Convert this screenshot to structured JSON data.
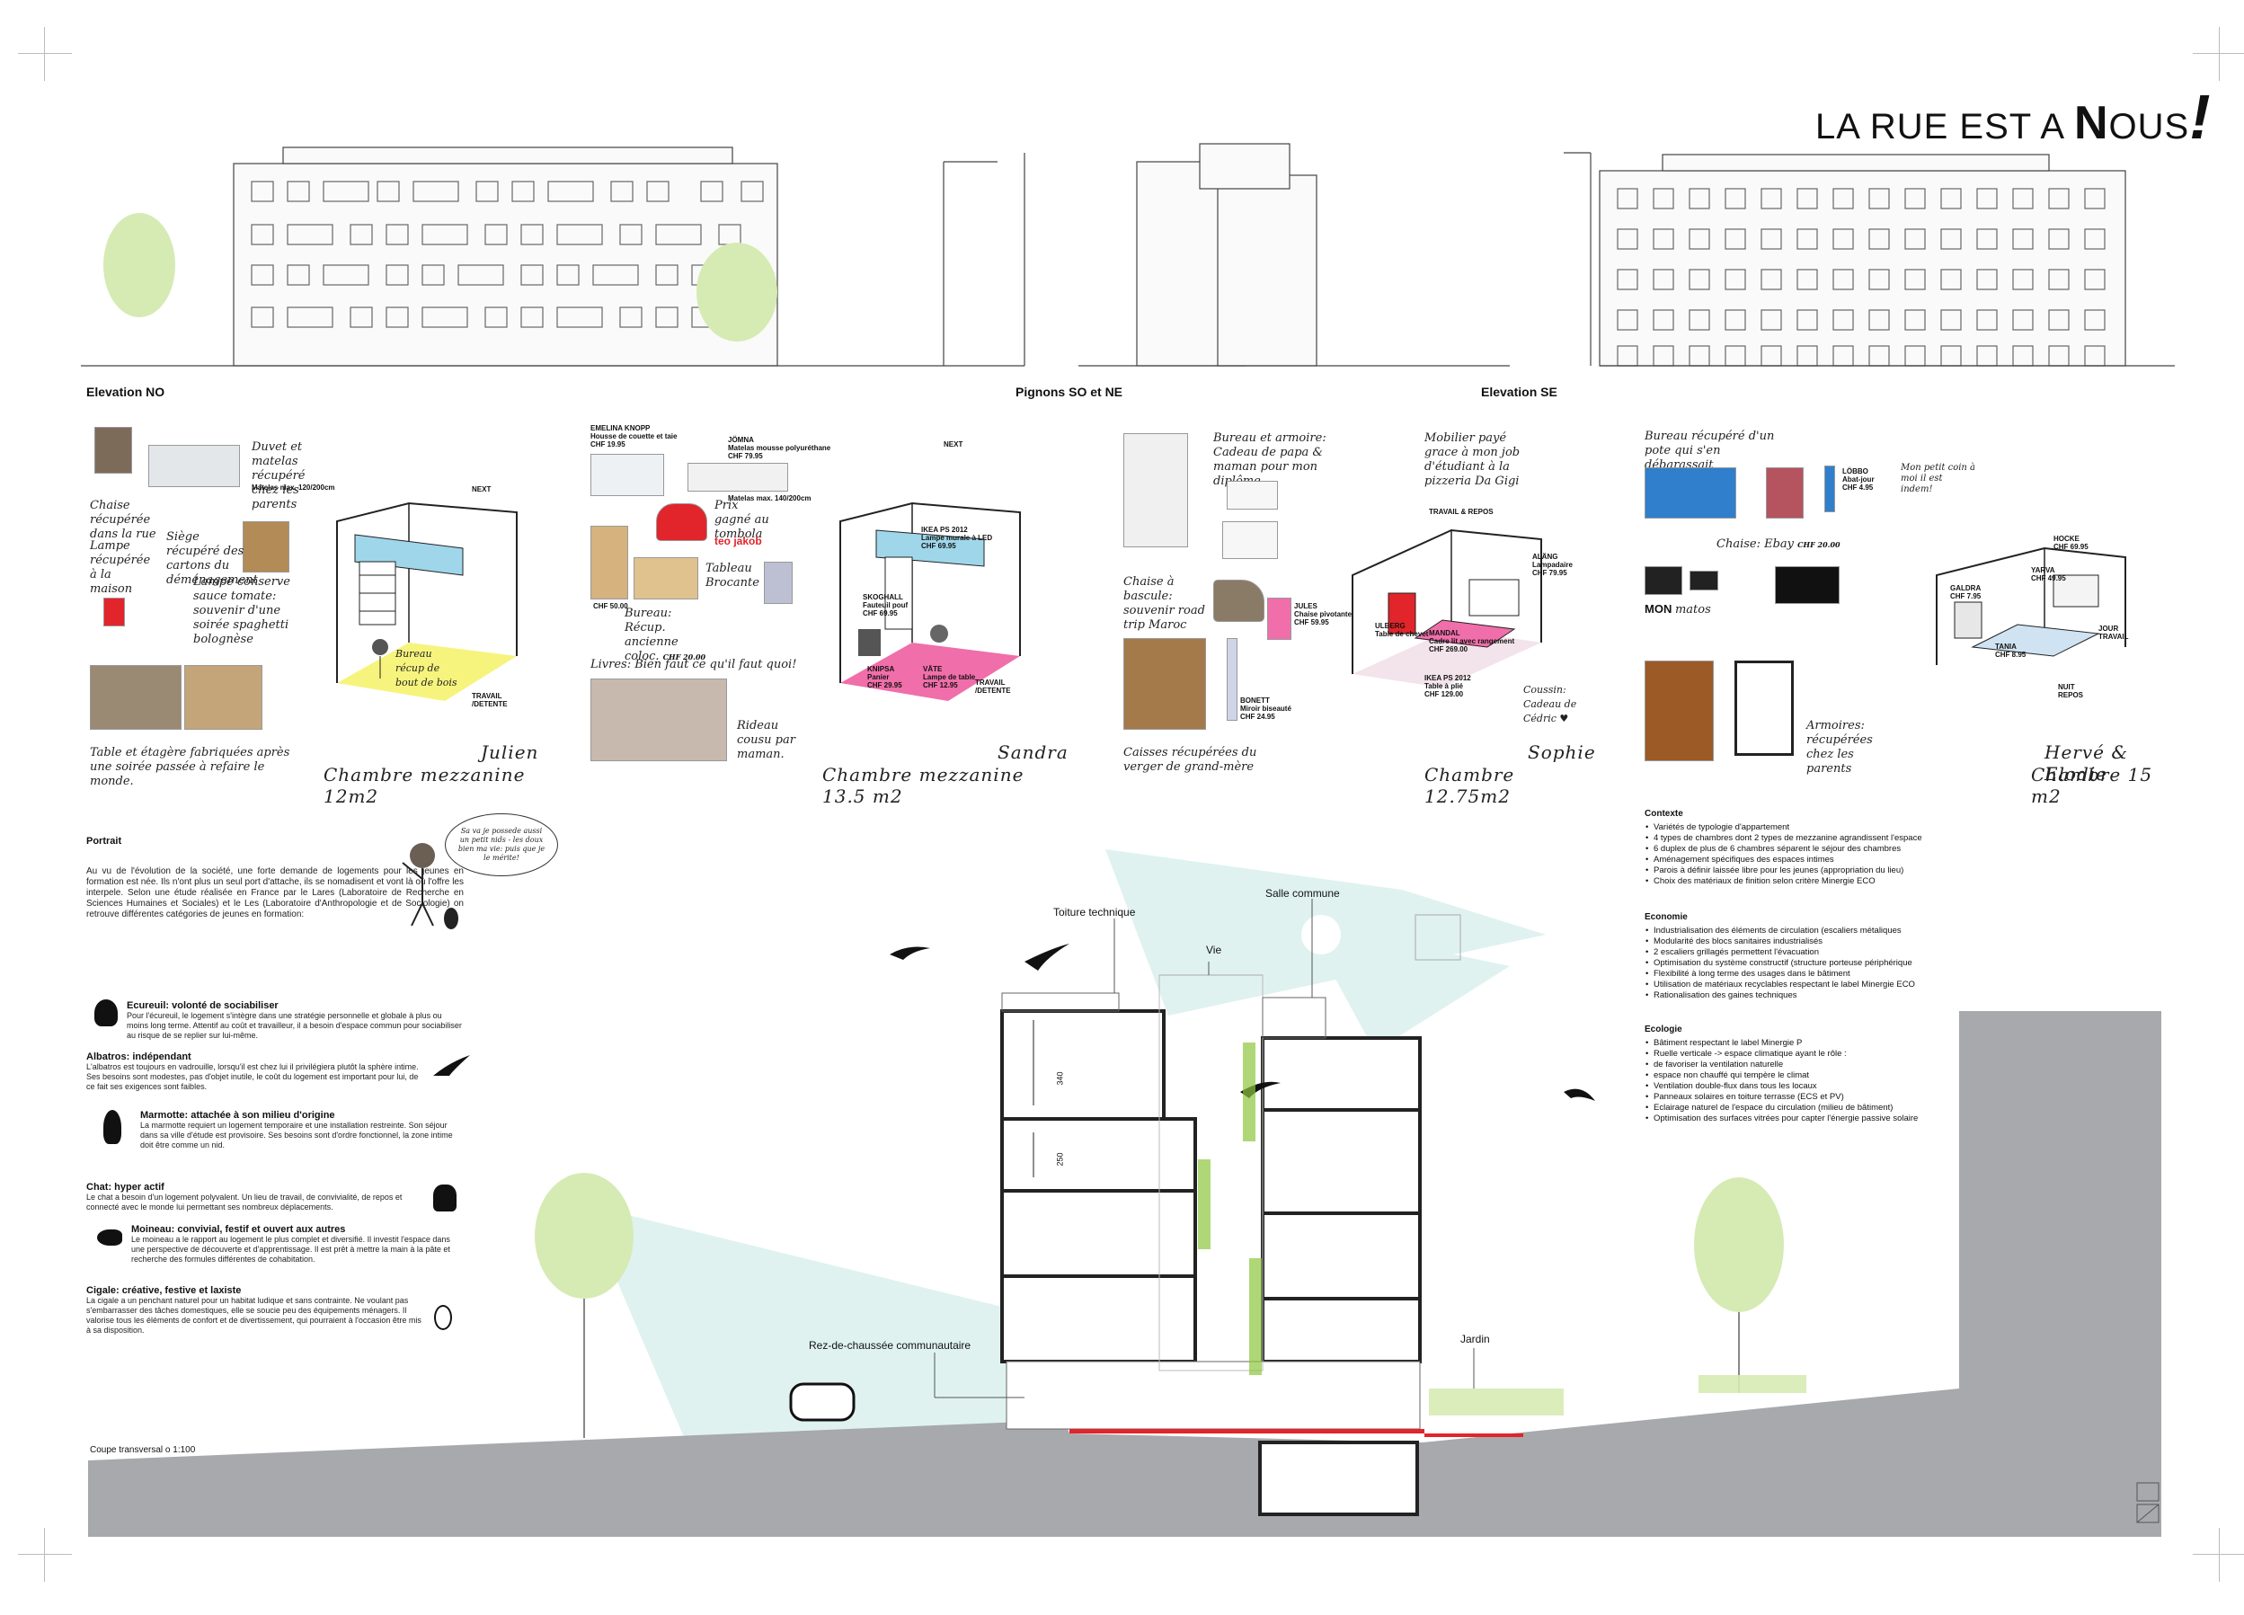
{
  "poster": {
    "title_prefix": "LA RUE EST A ",
    "title_big": "N",
    "title_suffix": "OUS",
    "title_bang": "!"
  },
  "elevations": {
    "no_label": "Elevation NO",
    "pignons_label": "Pignons SO et NE",
    "se_label": "Elevation  SE"
  },
  "rooms": [
    {
      "name": "Julien",
      "type": "Chambre mezzanine 12m2",
      "notes": [
        "Duvet et matelas récupéré chez les parents",
        "Matelas max. 120/200cm",
        "Chaise récupérée dans la rue",
        "Lampe récupérée à la maison",
        "Siège récupéré des cartons du déménagement",
        "Lampe conserve sauce tomate: souvenir d'une soirée spaghetti bolognèse",
        "Table et étagère fabriquées après une soirée passée à refaire le monde.",
        "Bureau récup de bout de bois",
        "NEXT",
        "TRAVAIL /DETENTE"
      ]
    },
    {
      "name": "Sandra",
      "type": "Chambre mezzanine 13.5 m2",
      "notes": [
        "EMELINA KNOPP",
        "Housse de couette et taie",
        "CHF 19.95",
        "JÖMNA",
        "Matelas mousse polyuréthane",
        "CHF 79.95",
        "Matelas max. 140/200cm",
        "Prix gagné au tombola",
        "teo jakob",
        "Tableau Brocante",
        "Bureau: Récup. ancienne coloc.",
        "CHF 50.00",
        "CHF 20.00",
        "Livres: Bien faut ce qu'il faut quoi!",
        "Rideau cousu par maman.",
        "IKEA PS 2012",
        "Lampe murale à LED",
        "CHF 69.95",
        "SKOGHALL",
        "Fauteuil pouf",
        "CHF 69.95",
        "KNIPSA",
        "Panier",
        "CHF 29.95",
        "VÄTE",
        "Lampe de table",
        "CHF 12.95",
        "NEXT",
        "TRAVAIL /DETENTE"
      ]
    },
    {
      "name": "Sophie",
      "type": "Chambre 12.75m2",
      "notes": [
        "Bureau et armoire: Cadeau de papa & maman pour mon diplôme",
        "Mobilier payé grace à mon job d'étudiant à la pizzeria Da Gigi",
        "Chaise à bascule: souvenir road trip Maroc",
        "JULES",
        "Chaise pivotante",
        "CHF 59.95",
        "BONETT",
        "Miroir biseauté",
        "CHF 24.95",
        "Caisses récupérées du verger de grand-mère",
        "Coussin: Cadeau de Cédric ♥",
        "TRAVAIL & REPOS",
        "ALÄNG",
        "Lampadaire",
        "CHF 79.95",
        "ULBERG",
        "Table de chevet",
        "MANDAL",
        "Cadre lit avec rangement",
        "CHF 269.00",
        "IKEA PS 2012",
        "Table à plié",
        "CHF 129.00"
      ]
    },
    {
      "name": "Hervé & Elodie",
      "type": "Chambre 15 m2",
      "notes": [
        "Bureau récupéré d'un pote qui s'en débarassait",
        "LÖBBO",
        "Abat-jour",
        "CHF 4.95",
        "Mon petit coin à moi il est indem!",
        "Chaise: Ebay",
        "CHF 20.00",
        "MON",
        "matos",
        "Armoires: récupérées chez les parents",
        "HOCKE",
        "YARVA",
        "GALDRA",
        "TANIA",
        "CHF 69.95",
        "CHF 49.95",
        "CHF 7.95",
        "CHF 8.95",
        "JOUR TRAVAIL",
        "NUIT REPOS"
      ]
    }
  ],
  "portrait": {
    "heading": "Portrait",
    "bubble": "Sa va je possede aussi un petit nids - les doux bien ma vie: puis que je le mérite!",
    "body": "Au vu de l'évolution de la société, une forte demande de logements pour les jeunes en formation est née.  Ils n'ont plus un seul port d'attache, ils se nomadisent et vont là où l'offre les interpele. Selon une étude réalisée en France par le Lares (Laboratoire de Recherche en Sciences Humaines et Sociales) et le Les (Laboratoire d'Anthropologie et de  Sociologie) on retrouve différentes catégories de jeunes en formation:",
    "animals": [
      {
        "title": "Ecureuil: volonté de sociabiliser",
        "text": "Pour l'écureuil, le logement s'intègre dans une stratégie personnelle et globale à plus ou moins long terme. Attentif au coût et travailleur, il a besoin d'espace commun pour sociabiliser au risque de se replier sur lui-même."
      },
      {
        "title": "Albatros: indépendant",
        "text": "L'albatros est toujours en vadrouille, lorsqu'il est chez lui il privilégiera plutôt la sphère intime. Ses besoins sont modestes, pas d'objet inutile, le coût du logement est important pour lui, de ce fait ses exigences sont faibles."
      },
      {
        "title": "Marmotte: attachée à son milieu d'origine",
        "text": "La marmotte requiert un logement temporaire et une installation restreinte. Son séjour dans sa ville d'étude est provisoire. Ses besoins sont d'ordre fonctionnel, la zone intime doit être comme un nid."
      },
      {
        "title": "Chat: hyper actif",
        "text": "Le chat a besoin d'un logement polyvalent.  Un lieu de travail, de convivialité, de repos et connecté avec le monde lui permettant ses nombreux déplacements."
      },
      {
        "title": "Moineau: convivial, festif et ouvert aux autres",
        "text": "Le moineau a le rapport au logement le plus complet et diversifié.  Il investit l'espace dans une perspective de découverte et d'apprentissage. Il est prêt à mettre la main à la pâte et recherche des formules différentes de cohabitation."
      },
      {
        "title": "Cigale: créative, festive et laxiste",
        "text": "La cigale a un penchant naturel pour un habitat ludique et sans contrainte. Ne voulant pas s'embarrasser des tâches domestiques, elle se soucie peu des équipements ménagers. Il valorise tous les éléments de confort et de divertissement, qui pourraient à l'occasion être mis à sa disposition."
      }
    ]
  },
  "section": {
    "labels": {
      "toiture": "Toiture technique",
      "salle": "Salle commune",
      "vie": "Vie",
      "rez": "Rez-de-chaussée communautaire",
      "jardin": "Jardin",
      "dim1": "340",
      "dim2": "250",
      "caption": "Coupe transversal  o 1:100"
    }
  },
  "contexte": {
    "heading": "Contexte",
    "items": [
      "Variétés de typologie d'appartement",
      "4 types de chambres dont 2 types de mezzanine agrandissent l'espace",
      "6 duplex de plus de 6 chambres séparent le séjour des chambres",
      "Aménagement spécifiques des espaces intimes",
      "Parois à définir laissée libre pour les jeunes (appropriation du lieu)",
      "Choix des matériaux de finition selon critère Minergie ECO"
    ]
  },
  "economie": {
    "heading": "Economie",
    "items": [
      "Industrialisation des éléments de circulation (escaliers métaliques",
      "Modularité des blocs sanitaires industrialisés",
      "2 escaliers grillagés permettent l'évacuation",
      "Optimisation du système constructif (structure porteuse périphérique",
      "Flexibilité à long terme des usages dans le bâtiment",
      "Utilisation de matériaux recyclables respectant le label Minergie ECO",
      "Rationalisation des gaines techniques"
    ]
  },
  "ecologie": {
    "heading": "Ecologie",
    "items": [
      "Bâtiment respectant le label Minergie P",
      "Ruelle verticale -> espace climatique ayant le rôle :",
      "de favoriser la ventilation naturelle",
      "espace non chauffé qui tempère le climat",
      "Ventilation double-flux dans tous les locaux",
      "Panneaux solaires en toiture terrasse (ECS et PV)",
      "Eclairage naturel de l'espace du circulation (milieu de bâtiment)",
      "Optimisation des surfaces vitrées pour capter l'énergie passive solaire"
    ]
  },
  "colors": {
    "tree": "#d6ebb4",
    "sky": "#dff2ef",
    "ground": "#a7a9ac",
    "mezz_blue": "#9fd6ea",
    "floor_yellow": "#f7f47e",
    "floor_pink": "#f06eaa",
    "accent_red": "#e2242b"
  }
}
